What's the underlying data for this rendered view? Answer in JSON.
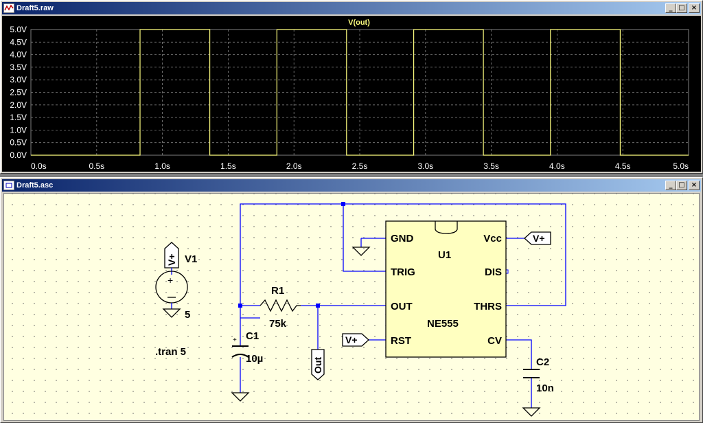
{
  "waveform_window": {
    "title": "Draft5.raw",
    "trace_label": "V(out)",
    "controls": {
      "minimize": "_",
      "maximize": "□",
      "close": "×"
    }
  },
  "schematic_window": {
    "title": "Draft5.asc",
    "controls": {
      "minimize": "_",
      "maximize": "□",
      "close": "×"
    }
  },
  "chart_data": {
    "type": "line",
    "series": [
      {
        "name": "V(out)",
        "x": [
          0.0,
          0.83,
          0.83,
          1.36,
          1.36,
          1.87,
          1.87,
          2.4,
          2.4,
          2.91,
          2.91,
          3.44,
          3.44,
          3.95,
          3.95,
          4.48,
          4.48,
          5.0
        ],
        "y": [
          0,
          0,
          5,
          5,
          0,
          0,
          5,
          5,
          0,
          0,
          5,
          5,
          0,
          0,
          5,
          5,
          0,
          0
        ]
      }
    ],
    "xlim": [
      0,
      5
    ],
    "ylim": [
      0,
      5
    ],
    "x_ticks": [
      "0.0s",
      "0.5s",
      "1.0s",
      "1.5s",
      "2.0s",
      "2.5s",
      "3.0s",
      "3.5s",
      "4.0s",
      "4.5s",
      "5.0s"
    ],
    "y_ticks": [
      "0.0V",
      "0.5V",
      "1.0V",
      "1.5V",
      "2.0V",
      "2.5V",
      "3.0V",
      "3.5V",
      "4.0V",
      "4.5V",
      "5.0V"
    ],
    "grid": true,
    "colors": {
      "background": "#000000",
      "trace": "#ffff80",
      "grid": "#808080",
      "axis_text": "#ffffff"
    }
  },
  "schematic": {
    "v1": {
      "name": "V1",
      "value": "5",
      "flag": "V+"
    },
    "r1": {
      "name": "R1",
      "value": "75k"
    },
    "c1": {
      "name": "C1",
      "value": "10µ"
    },
    "c2": {
      "name": "C2",
      "value": "10n"
    },
    "u1": {
      "name": "U1",
      "model": "NE555",
      "pins": {
        "gnd": "GND",
        "trig": "TRIG",
        "out": "OUT",
        "rst": "RST",
        "vcc": "Vcc",
        "dis": "DIS",
        "thrs": "THRS",
        "cv": "CV"
      }
    },
    "flags": {
      "vcc_flag": "V+",
      "rst_flag": "V+",
      "out_flag": "Out"
    },
    "directive": ".tran 5",
    "colors": {
      "wire": "#0000ff",
      "component": "#000000",
      "ic_fill": "#ffffc0"
    }
  }
}
